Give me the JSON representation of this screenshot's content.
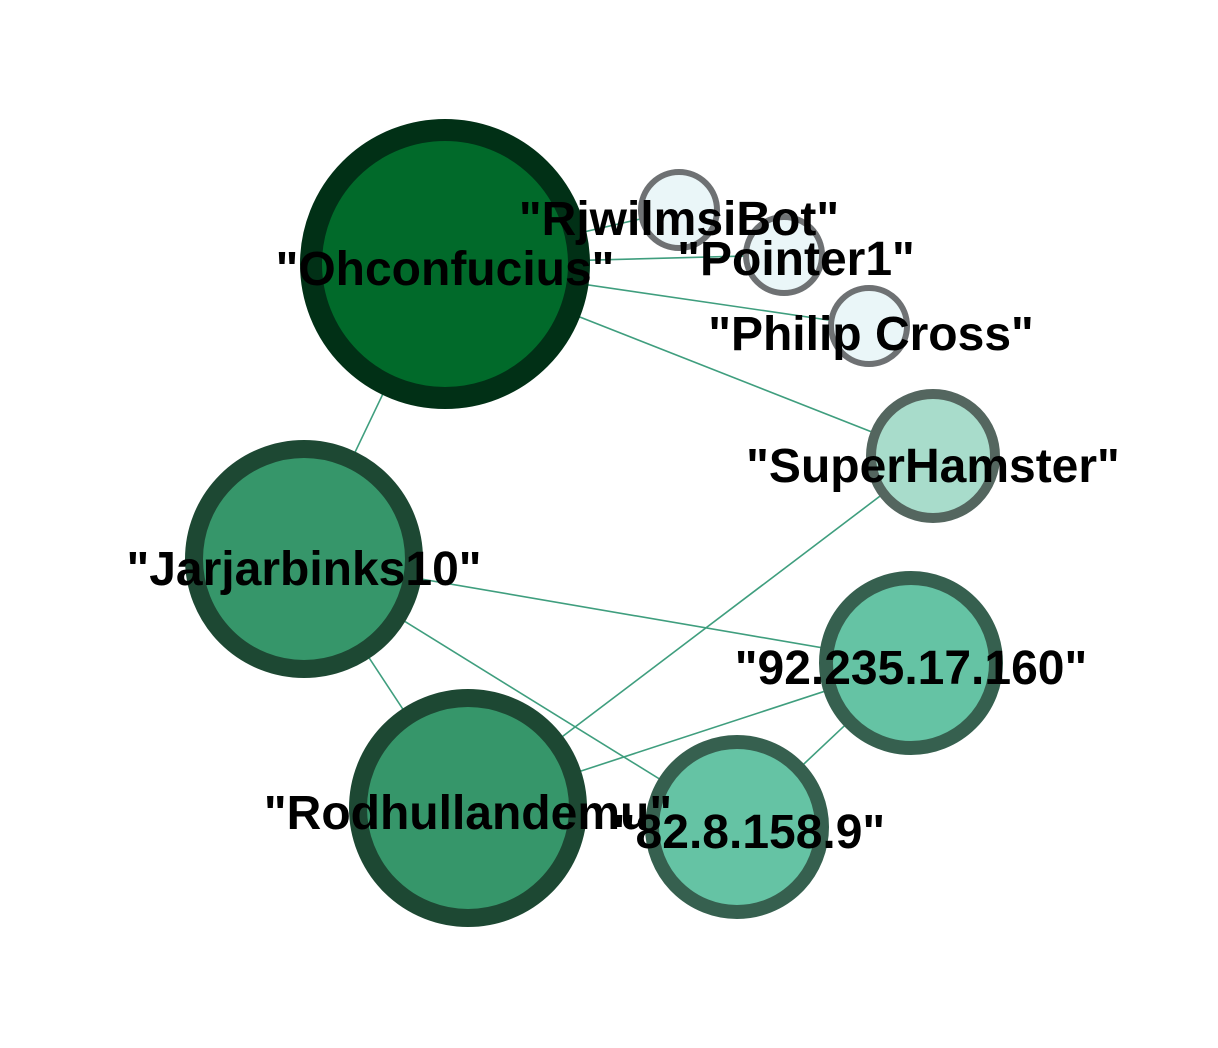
{
  "edge_color": "#3f9e7e",
  "nodes": [
    {
      "id": "ohconfucius",
      "label": "\"Ohconfucius\"",
      "fill": "#016a2a",
      "stroke": "#013016"
    },
    {
      "id": "rjwilmsibot",
      "label": "\"RjwilmsiBot\"",
      "fill": "#eaf6f8",
      "stroke": "#6e7173"
    },
    {
      "id": "pointer1",
      "label": "\"Pointer1\"",
      "fill": "#eaf6f8",
      "stroke": "#6e7173"
    },
    {
      "id": "philip-cross",
      "label": "\"Philip Cross\"",
      "fill": "#eaf6f8",
      "stroke": "#6e7173"
    },
    {
      "id": "superhamster",
      "label": "\"SuperHamster\"",
      "fill": "#a8dccb",
      "stroke": "#54665f"
    },
    {
      "id": "jarjarbinks10",
      "label": "\"Jarjarbinks10\"",
      "fill": "#36966a",
      "stroke": "#1d4833"
    },
    {
      "id": "92-235-17-160",
      "label": "\"92.235.17.160\"",
      "fill": "#65c3a4",
      "stroke": "#36604f"
    },
    {
      "id": "rodhullandemu",
      "label": "\"Rodhullandemu\"",
      "fill": "#36966a",
      "stroke": "#1d4833"
    },
    {
      "id": "82-8-158-9",
      "label": "\"82.8.158.9\"",
      "fill": "#65c3a4",
      "stroke": "#36604f"
    }
  ],
  "edges": [
    {
      "source": "ohconfucius",
      "target": "rjwilmsibot"
    },
    {
      "source": "ohconfucius",
      "target": "pointer1"
    },
    {
      "source": "ohconfucius",
      "target": "philip-cross"
    },
    {
      "source": "ohconfucius",
      "target": "superhamster"
    },
    {
      "source": "ohconfucius",
      "target": "jarjarbinks10"
    },
    {
      "source": "jarjarbinks10",
      "target": "92-235-17-160"
    },
    {
      "source": "jarjarbinks10",
      "target": "82-8-158-9"
    },
    {
      "source": "jarjarbinks10",
      "target": "rodhullandemu"
    },
    {
      "source": "rodhullandemu",
      "target": "superhamster"
    },
    {
      "source": "rodhullandemu",
      "target": "92-235-17-160"
    },
    {
      "source": "82-8-158-9",
      "target": "92-235-17-160"
    }
  ]
}
